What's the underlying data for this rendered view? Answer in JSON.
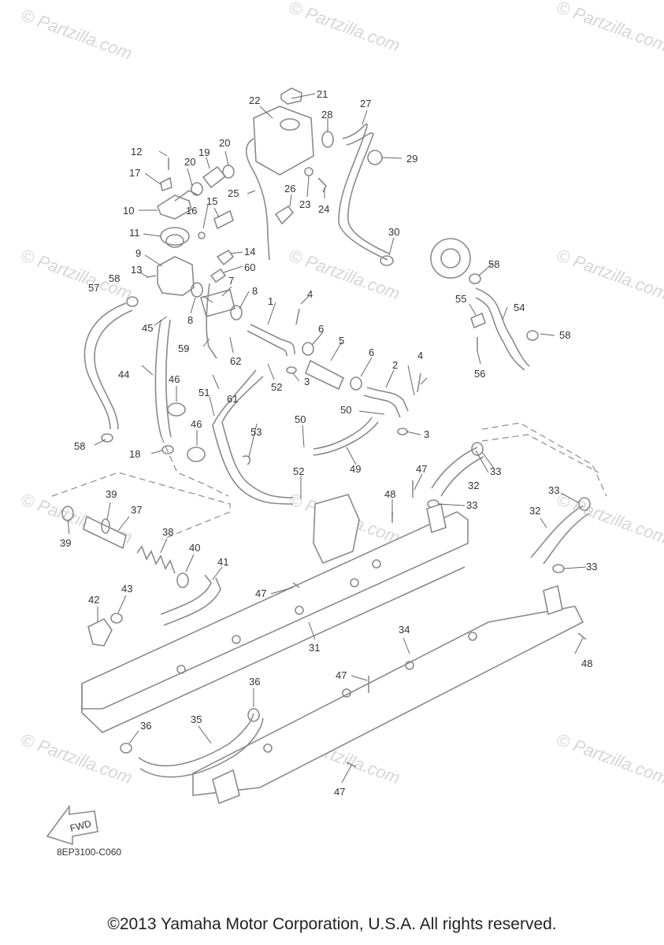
{
  "watermark": "© Partzilla.com",
  "diagram_code": "8EP3100-C060",
  "fwd_label": "FWD",
  "copyright": "©2013 Yamaha Motor Corporation, U.S.A. All rights reserved.",
  "labels": {
    "p1": "1",
    "p2": "2",
    "p3a": "3",
    "p3b": "3",
    "p4a": "4",
    "p4b": "4",
    "p5": "5",
    "p6a": "6",
    "p6b": "6",
    "p7": "7",
    "p8a": "8",
    "p8b": "8",
    "p9": "9",
    "p10": "10",
    "p11": "11",
    "p12": "12",
    "p13": "13",
    "p14": "14",
    "p15": "15",
    "p16": "16",
    "p17": "17",
    "p18": "18",
    "p19": "19",
    "p20a": "20",
    "p20b": "20",
    "p21": "21",
    "p22": "22",
    "p23": "23",
    "p24": "24",
    "p25": "25",
    "p26": "26",
    "p27": "27",
    "p28": "28",
    "p29": "29",
    "p30": "30",
    "p31": "31",
    "p32a": "32",
    "p32b": "32",
    "p33a": "33",
    "p33b": "33",
    "p33c": "33",
    "p33d": "33",
    "p34": "34",
    "p35": "35",
    "p36a": "36",
    "p36b": "36",
    "p37": "37",
    "p38": "38",
    "p39a": "39",
    "p39b": "39",
    "p40": "40",
    "p41": "41",
    "p42": "42",
    "p43": "43",
    "p44": "44",
    "p45": "45",
    "p46a": "46",
    "p46b": "46",
    "p47a": "47",
    "p47b": "47",
    "p47c": "47",
    "p47d": "47",
    "p48a": "48",
    "p48b": "48",
    "p49": "49",
    "p50a": "50",
    "p50b": "50",
    "p51": "51",
    "p52a": "52",
    "p52b": "52",
    "p53": "53",
    "p54": "54",
    "p55": "55",
    "p56": "56",
    "p57": "57",
    "p58a": "58",
    "p58b": "58",
    "p58c": "58",
    "p58d": "58",
    "p59": "59",
    "p60": "60",
    "p61": "61",
    "p62": "62"
  }
}
